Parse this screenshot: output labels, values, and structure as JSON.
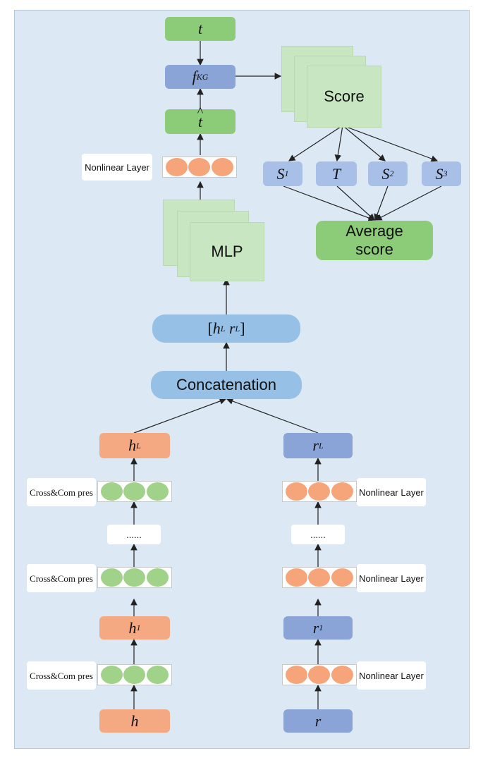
{
  "nodes": {
    "t": "t",
    "f": "f",
    "f_sub": "KG",
    "t_hat": "t",
    "hat": "^",
    "score": "Score",
    "s1": "S",
    "s1_sub": "1",
    "T": "T",
    "s2": "S",
    "s2_sub": "2",
    "s3": "S",
    "s3_sub": "3",
    "average": "Average score",
    "mlp": "MLP",
    "hr_open": "[",
    "h": "h",
    "h_sub": "L",
    "r": "r",
    "r_sub": "L",
    "hr_close": "]",
    "concat": "Concatenation",
    "hL": "h",
    "hL_sub": "L",
    "rL": "r",
    "rL_sub": "L",
    "h1": "h",
    "h1_sub": "1",
    "r1": "r",
    "r1_sub": "1",
    "h0": "h",
    "r0": "r"
  },
  "labels": {
    "nonlinear_top": "Nonlinear Layer",
    "cross": "Cross&Com pres",
    "nonlinear": "Nonlinear Layer",
    "ellipsis": "......"
  },
  "colors": {
    "panel": "#dce8f4",
    "green": "#8ccc78",
    "blue": "#8aa4d8",
    "orange": "#f4a982",
    "pill": "#96c0e6"
  }
}
